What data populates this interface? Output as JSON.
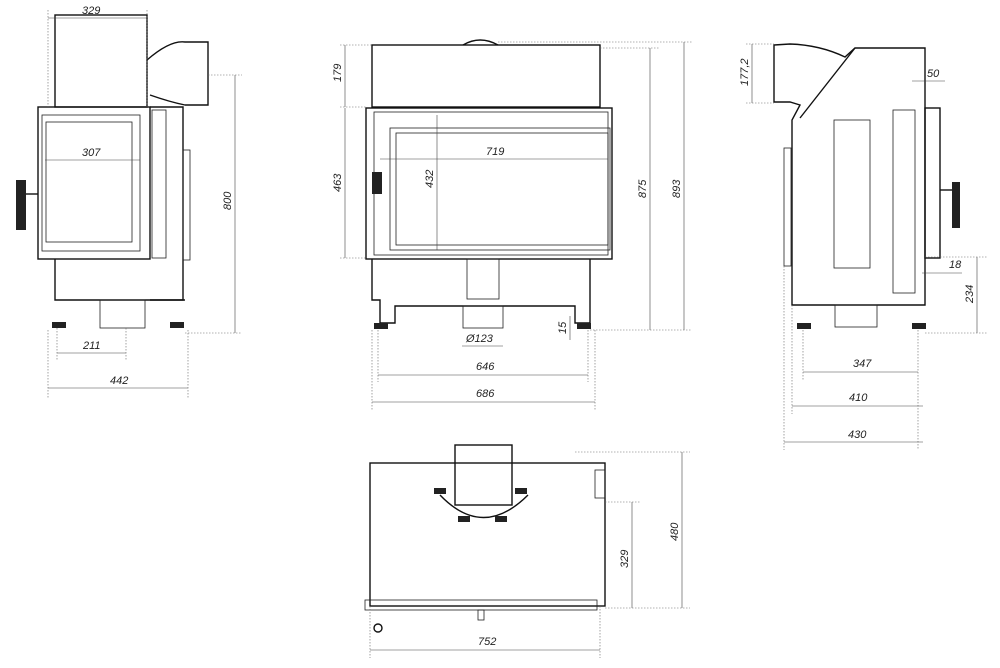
{
  "left_view": {
    "dims": {
      "top_width": "329",
      "window_width": "307",
      "height": "800",
      "leg_offset": "211",
      "total_width": "442"
    }
  },
  "front_view": {
    "dims": {
      "top_height": "179",
      "door_height": "463",
      "glass_height": "432",
      "glass_width": "719",
      "height_875": "875",
      "height_893": "893",
      "foot": "15",
      "flue_diameter": "Ø123",
      "legs_width": "646",
      "total_width": "686"
    }
  },
  "right_view": {
    "dims": {
      "duct_height": "177,2",
      "frame_depth": "50",
      "offset": "18",
      "bottom_height": "234",
      "legs_width": "347",
      "body_width": "410",
      "total_width": "430"
    }
  },
  "top_view": {
    "dims": {
      "depth_329": "329",
      "depth_480": "480",
      "width": "752"
    }
  }
}
